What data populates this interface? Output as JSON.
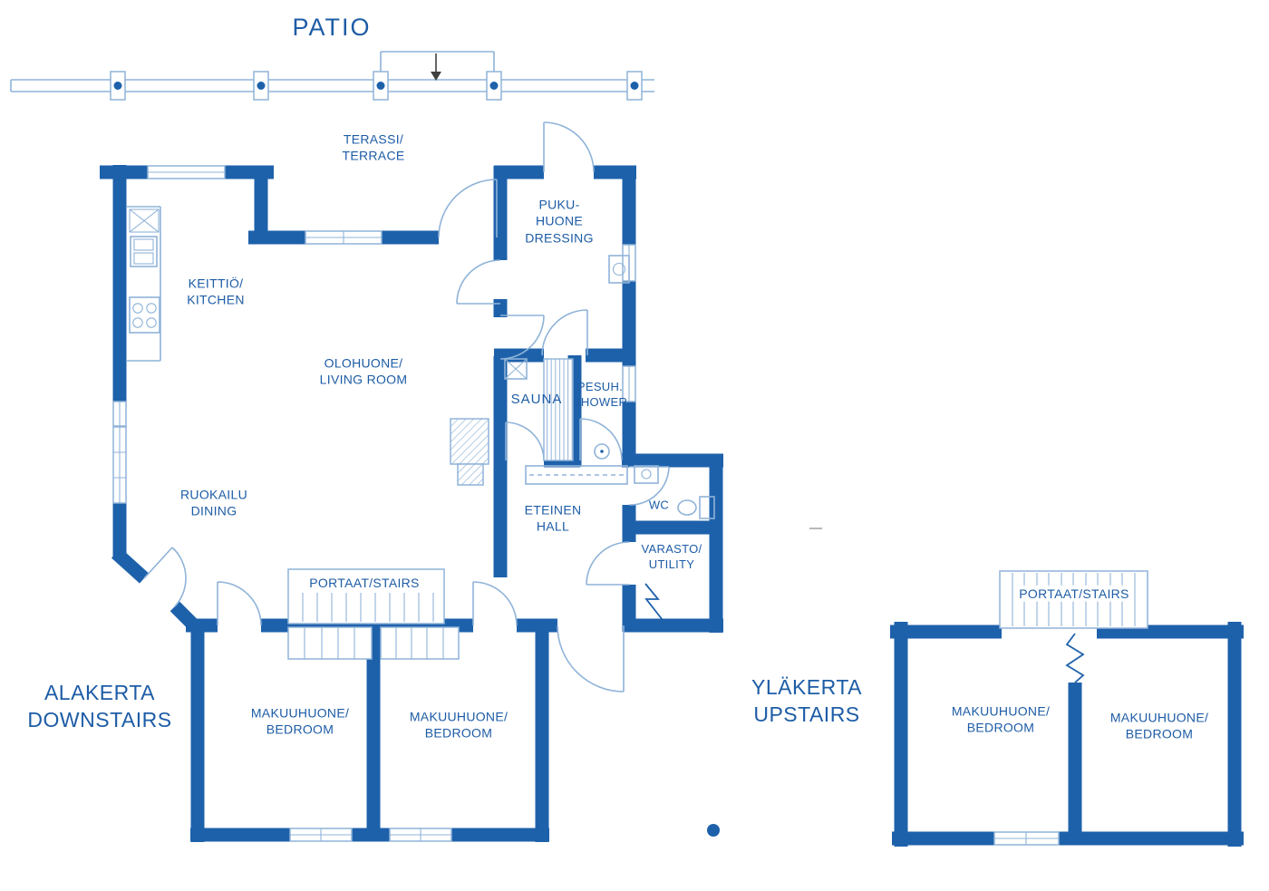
{
  "colors": {
    "wall": "#1e61ab",
    "line": "#8fb3d8",
    "text": "#1d5ca6",
    "arrow": "#3f3f3f"
  },
  "patio_label": "PATIO",
  "downstairs": {
    "title": "ALAKERTA\nDOWNSTAIRS",
    "rooms": {
      "terrace": "TERASSI/\nTERRACE",
      "dressing": "PUKU-\nHUONE\nDRESSING",
      "kitchen": "KEITTIÖ/\nKITCHEN",
      "living": "OLOHUONE/\nLIVING ROOM",
      "sauna": "SAUNA",
      "shower": "PESUH.\nSHOWER",
      "dining": "RUOKAILU\nDINING",
      "hall": "ETEINEN\nHALL",
      "wc": "WC",
      "utility": "VARASTO/\nUTILITY",
      "stairs": "PORTAAT/STAIRS",
      "bedroom_left": "MAKUUHUONE/\nBEDROOM",
      "bedroom_right": "MAKUUHUONE/\nBEDROOM"
    }
  },
  "upstairs": {
    "title": "YLÄKERTA\nUPSTAIRS",
    "rooms": {
      "stairs": "PORTAAT/STAIRS",
      "bedroom_left": "MAKUUHUONE/\nBEDROOM",
      "bedroom_right": "MAKUUHUONE/\nBEDROOM"
    }
  }
}
